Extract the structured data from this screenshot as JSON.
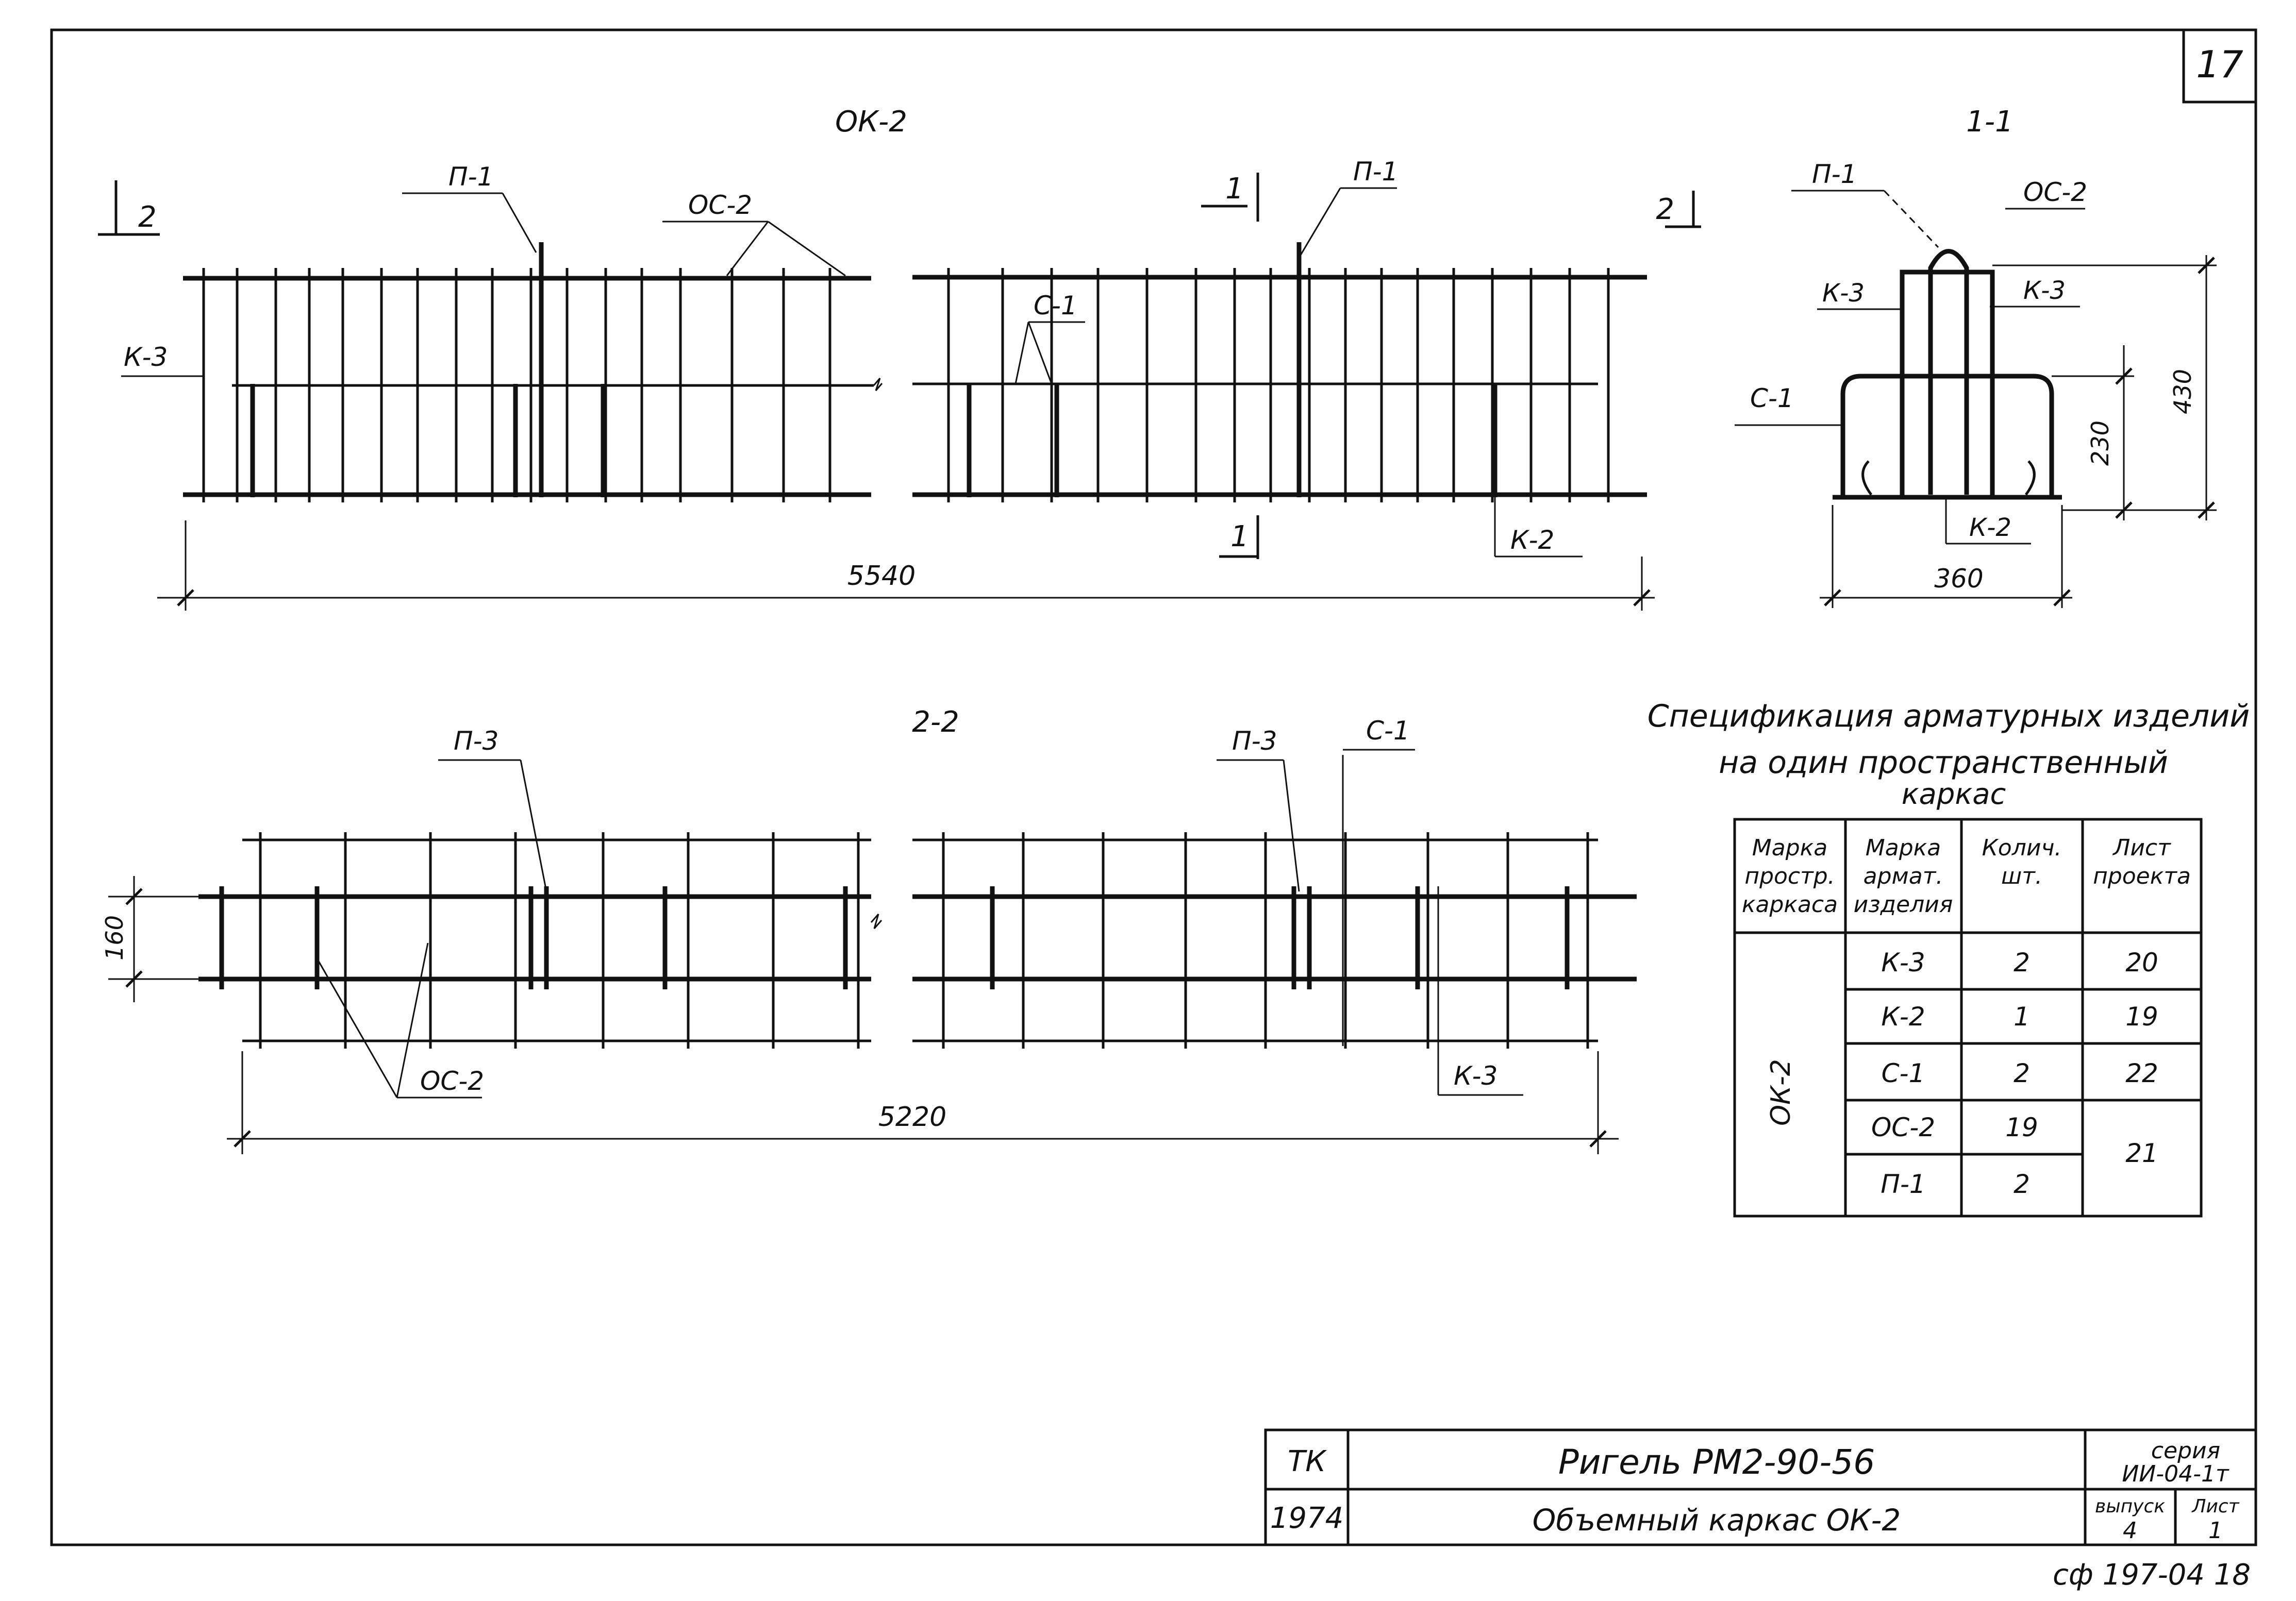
{
  "sheet_number": "17",
  "views": {
    "top": {
      "title": "ОК-2",
      "section_mark_left": "2",
      "section_mark_right": "2",
      "section_mark_mid_top": "1",
      "section_mark_mid_bottom": "1",
      "callouts": {
        "p1_left": "П-1",
        "os2": "ОС-2",
        "p1_right": "П-1",
        "s1": "С-1",
        "k3": "К-3",
        "k2": "К-2"
      },
      "dimension": "5540"
    },
    "section": {
      "title": "1-1",
      "callouts": {
        "p1": "П-1",
        "os2": "ОС-2",
        "k3_left": "К-3",
        "k3_right": "К-3",
        "s1": "С-1",
        "k2": "К-2"
      },
      "dim_width": "360",
      "dim_height_inner": "230",
      "dim_height_total": "430"
    },
    "bottom": {
      "title": "2-2",
      "callouts": {
        "p3_left": "П-3",
        "p3_right": "П-3",
        "s1": "С-1",
        "os2": "ОС-2",
        "k3": "К-3"
      },
      "dim_height": "160",
      "dimension": "5220"
    }
  },
  "spec": {
    "title_lines": [
      "Спецификация арматурных изделий",
      "на один пространственный",
      "каркас"
    ],
    "headers": [
      [
        "Марка",
        "простр.",
        "каркаса"
      ],
      [
        "Марка",
        "армат.",
        "изделия"
      ],
      [
        "Колич.",
        "шт."
      ],
      [
        "Лист",
        "проекта"
      ]
    ],
    "frame_mark": "ОК-2",
    "rows": [
      {
        "mark": "К-3",
        "qty": "2",
        "sheet": "20"
      },
      {
        "mark": "К-2",
        "qty": "1",
        "sheet": "19"
      },
      {
        "mark": "С-1",
        "qty": "2",
        "sheet": "22"
      },
      {
        "mark": "ОС-2",
        "qty": "19",
        "sheet": "21"
      },
      {
        "mark": "П-1",
        "qty": "2",
        "sheet": ""
      }
    ]
  },
  "title_block": {
    "org": "ТК",
    "year": "1974",
    "name_line1": "Ригель РМ2-90-56",
    "name_line2": "Объемный каркас ОК-2",
    "series_label": "серия",
    "series_value": "ИИ-04-1т",
    "issue_label": "выпуск",
    "issue_value": "4",
    "sheet_label": "Лист",
    "sheet_value": "1"
  },
  "stamp": "сф 197-04 18"
}
